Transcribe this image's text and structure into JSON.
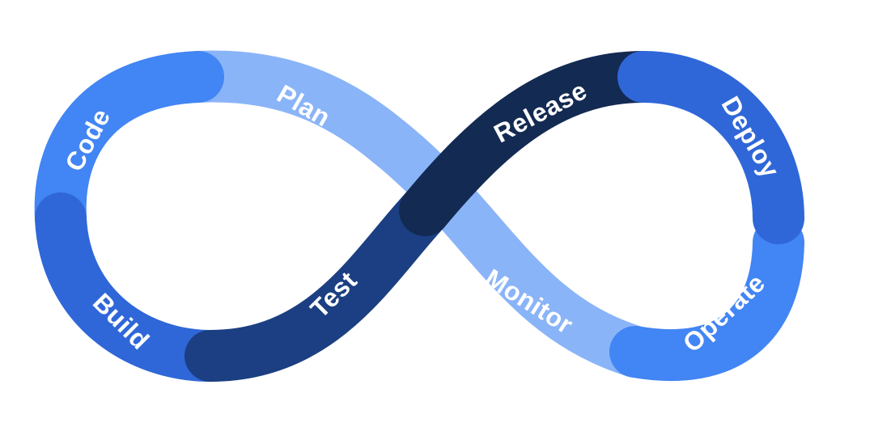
{
  "stages": {
    "plan": "Plan",
    "code": "Code",
    "build": "Build",
    "test": "Test",
    "release": "Release",
    "deploy": "Deploy",
    "operate": "Operate",
    "monitor": "Monitor"
  },
  "colors": {
    "plan": "#8ab4f8",
    "code": "#4285f4",
    "build": "#2f67d8",
    "test": "#1b3f82",
    "release": "#132a52",
    "deploy": "#2f67d8",
    "operate": "#4285f4",
    "monitor": "#8ab4f8",
    "label": "#ffffff",
    "background": "#ffffff"
  }
}
